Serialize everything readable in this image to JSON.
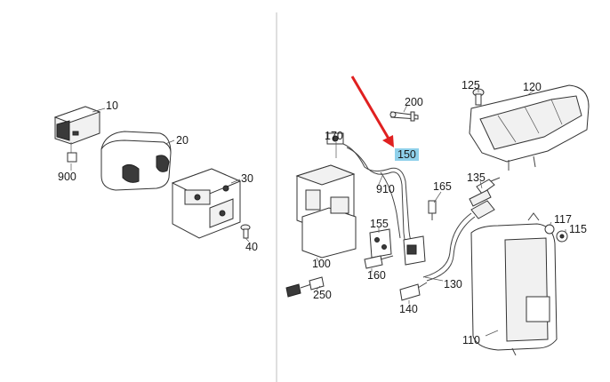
{
  "highlight_color": "#8fd0ea",
  "arrow_color": "#e02020",
  "divider_color": "#bfbfbf",
  "left_panel": {
    "labels": [
      "10",
      "20",
      "30",
      "40",
      "900"
    ]
  },
  "right_panel": {
    "labels": [
      "100",
      "110",
      "115",
      "117",
      "120",
      "125",
      "130",
      "135",
      "140",
      "150",
      "155",
      "160",
      "165",
      "170",
      "200",
      "250",
      "910"
    ],
    "highlighted_label": "150"
  }
}
